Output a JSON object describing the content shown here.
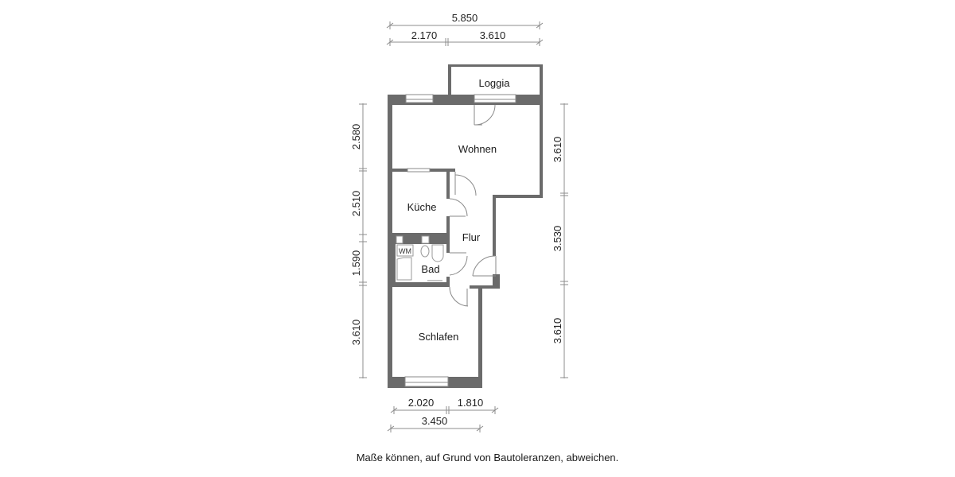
{
  "floorplan": {
    "rooms": [
      {
        "id": "loggia",
        "label": "Loggia"
      },
      {
        "id": "wohnen",
        "label": "Wohnen"
      },
      {
        "id": "kueche",
        "label": "Küche"
      },
      {
        "id": "flur",
        "label": "Flur"
      },
      {
        "id": "bad",
        "label": "Bad"
      },
      {
        "id": "schlafen",
        "label": "Schlafen"
      }
    ],
    "fixtures": {
      "washing_machine": "WM"
    },
    "dimensions": {
      "top_total": "5.850",
      "top_left": "2.170",
      "top_right": "3.610",
      "bottom_left": "2.020",
      "bottom_right": "1.810",
      "bottom_total": "3.450",
      "left": [
        "2.580",
        "2.510",
        "1.590",
        "3.610"
      ],
      "right": [
        "3.610",
        "3.530",
        "3.610"
      ]
    },
    "colors": {
      "wall": "#6b6b6b",
      "dimension_line": "#8c8c8c",
      "background": "#ffffff"
    }
  },
  "footer": {
    "note": "Maße können, auf Grund von Bautoleranzen, abweichen."
  }
}
